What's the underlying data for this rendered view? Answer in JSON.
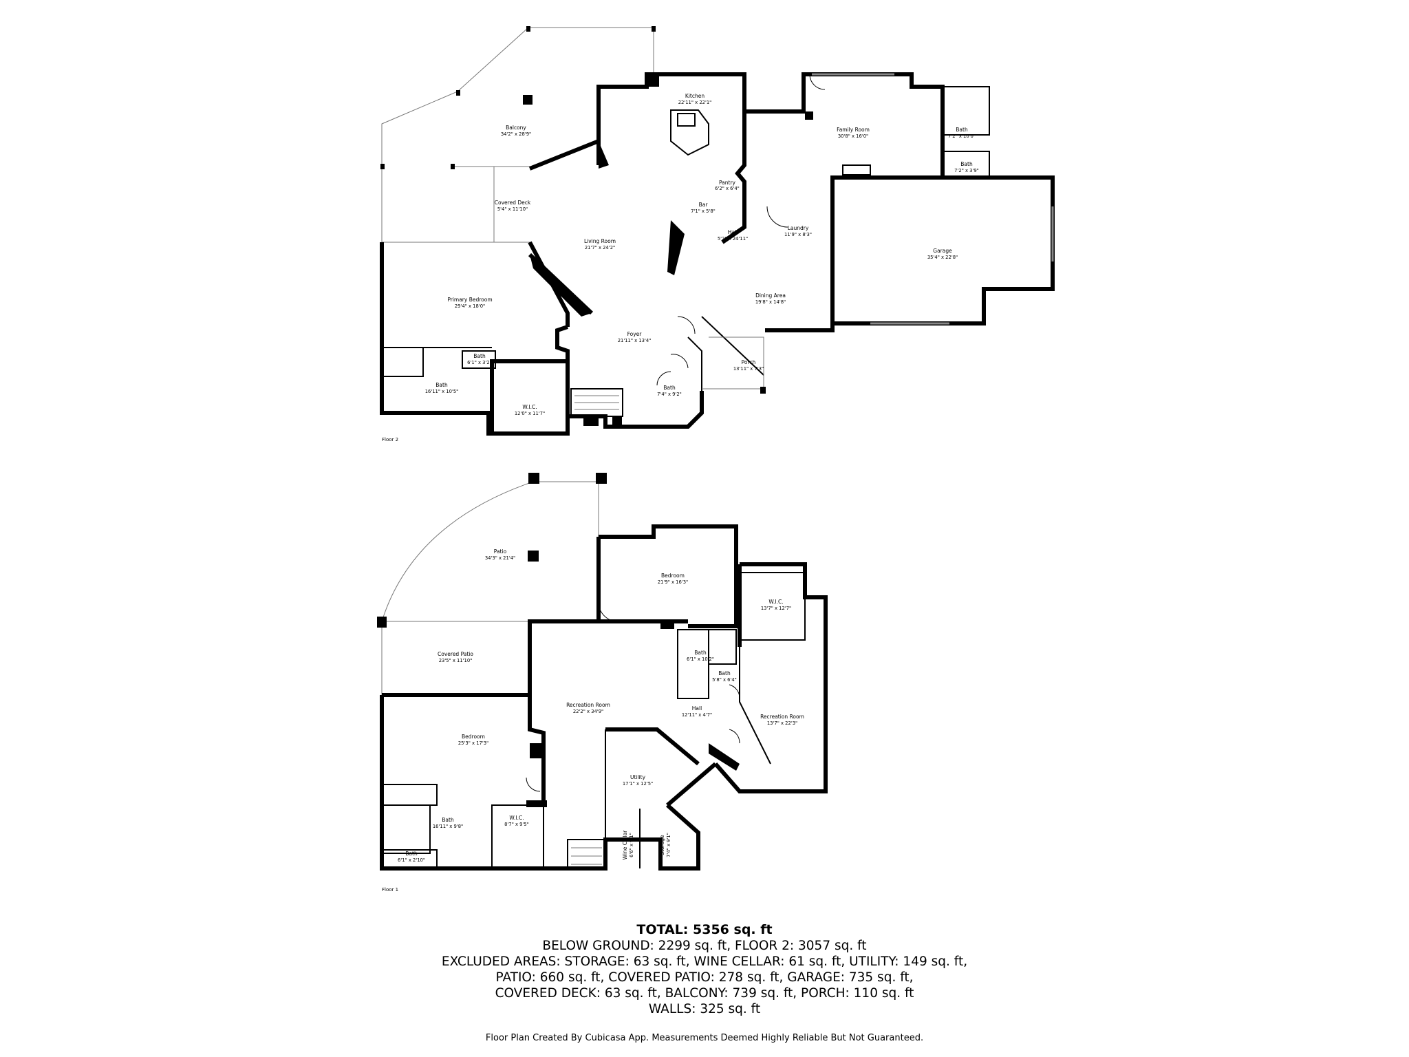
{
  "floor2": {
    "label": "Floor 2",
    "rooms": [
      {
        "name": "Kitchen",
        "dims": "22'11\" x 22'1\""
      },
      {
        "name": "Balcony",
        "dims": "34'2\" x 28'9\""
      },
      {
        "name": "Family Room",
        "dims": "30'8\" x 16'0\""
      },
      {
        "name": "Bath",
        "dims": "7'2\" x 10'0\""
      },
      {
        "name": "Bath",
        "dims": "7'2\" x 3'9\""
      },
      {
        "name": "Pantry",
        "dims": "6'2\" x 6'4\""
      },
      {
        "name": "Covered Deck",
        "dims": "5'4\" x 11'10\""
      },
      {
        "name": "Bar",
        "dims": "7'1\" x 5'8\""
      },
      {
        "name": "Laundry",
        "dims": "11'9\" x 8'3\""
      },
      {
        "name": "Hall",
        "dims": "5'2\" x 24'11\""
      },
      {
        "name": "Living Room",
        "dims": "21'7\" x 24'2\""
      },
      {
        "name": "Garage",
        "dims": "35'4\" x 22'8\""
      },
      {
        "name": "Primary Bedroom",
        "dims": "29'4\" x 18'0\""
      },
      {
        "name": "Dining Area",
        "dims": "19'8\" x 14'8\""
      },
      {
        "name": "Foyer",
        "dims": "21'11\" x 13'4\""
      },
      {
        "name": "Bath",
        "dims": "6'1\" x 3'2\""
      },
      {
        "name": "Porch",
        "dims": "13'11\" x 7'3\""
      },
      {
        "name": "Bath",
        "dims": "16'11\" x 10'5\""
      },
      {
        "name": "Bath",
        "dims": "7'4\" x 9'2\""
      },
      {
        "name": "W.I.C.",
        "dims": "12'0\" x 11'7\""
      }
    ]
  },
  "floor1": {
    "label": "Floor 1",
    "rooms": [
      {
        "name": "Patio",
        "dims": "34'3\" x 21'4\""
      },
      {
        "name": "Bedroom",
        "dims": "21'9\" x 16'3\""
      },
      {
        "name": "W.I.C.",
        "dims": "13'7\" x 12'7\""
      },
      {
        "name": "Covered Patio",
        "dims": "23'5\" x 11'10\""
      },
      {
        "name": "Bath",
        "dims": "6'1\" x 10'2\""
      },
      {
        "name": "Bath",
        "dims": "5'8\" x 6'4\""
      },
      {
        "name": "Recreation Room",
        "dims": "22'2\" x 34'9\""
      },
      {
        "name": "Hall",
        "dims": "12'11\" x 4'7\""
      },
      {
        "name": "Recreation Room",
        "dims": "13'7\" x 22'3\""
      },
      {
        "name": "Bedroom",
        "dims": "25'3\" x 17'3\""
      },
      {
        "name": "Utility",
        "dims": "17'1\" x 12'5\""
      },
      {
        "name": "Bath",
        "dims": "16'11\" x 9'8\""
      },
      {
        "name": "W.I.C.",
        "dims": "8'7\" x 9'5\""
      },
      {
        "name": "Wine Cellar",
        "dims": "6'6\" x 9'1\""
      },
      {
        "name": "Storage",
        "dims": "7'4\" x 9'1\""
      },
      {
        "name": "Bath",
        "dims": "6'1\" x 2'10\""
      }
    ]
  },
  "summary": {
    "total": "TOTAL: 5356 sq. ft",
    "lines": [
      "BELOW GROUND: 2299 sq. ft, FLOOR 2: 3057 sq. ft",
      "EXCLUDED AREAS: STORAGE: 63 sq. ft, WINE CELLAR: 61 sq. ft, UTILITY: 149 sq. ft,",
      "PATIO: 660 sq. ft, COVERED PATIO: 278 sq. ft, GARAGE: 735 sq. ft,",
      "COVERED DECK: 63 sq. ft, BALCONY: 739 sq. ft, PORCH: 110 sq. ft",
      "WALLS: 325 sq. ft"
    ]
  },
  "footer": "Floor Plan Created By Cubicasa App. Measurements Deemed Highly Reliable But Not Guaranteed."
}
